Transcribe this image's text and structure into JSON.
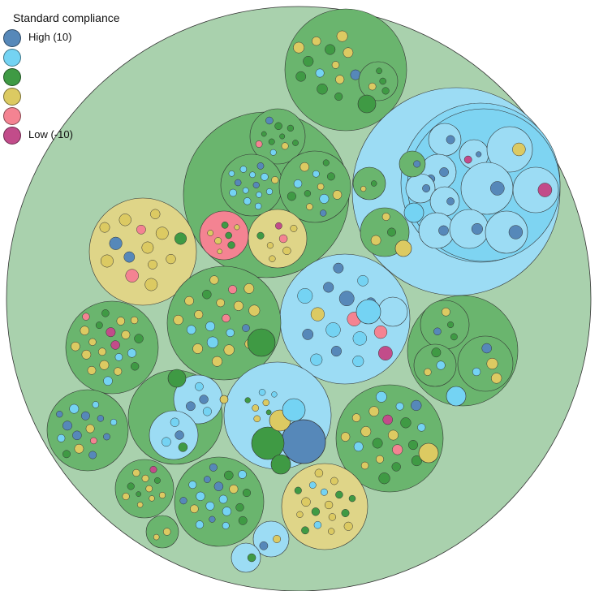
{
  "legend": {
    "title": "Standard compliance",
    "items": [
      {
        "label": "High (10)",
        "color": "#5688b9"
      },
      {
        "label": "",
        "color": "#74d3f3"
      },
      {
        "label": "",
        "color": "#3f9a44"
      },
      {
        "label": "",
        "color": "#dcca62"
      },
      {
        "label": "",
        "color": "#f48392"
      },
      {
        "label": "Low (-10)",
        "color": "#c24c8a"
      }
    ]
  },
  "colors": {
    "root_fill": "#a9d1ad",
    "group_green": "#6ab56e",
    "group_cyan": "#9cdcf4",
    "group_yellow": "#dfd588",
    "group_pink": "#f48392",
    "stroke": "#333333"
  }
}
